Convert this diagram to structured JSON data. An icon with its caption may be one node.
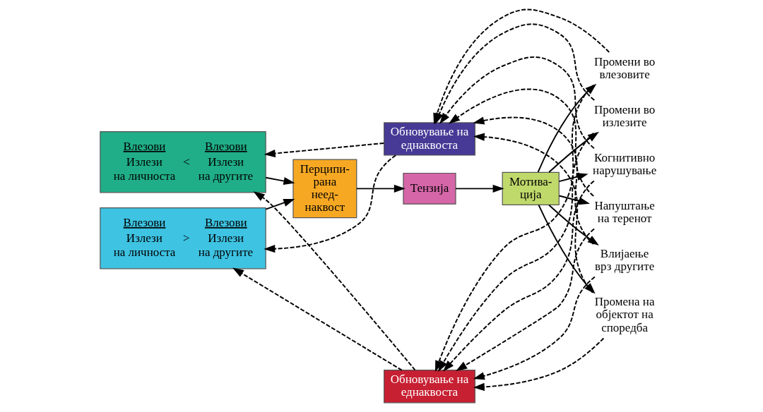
{
  "diagram": {
    "nodes": [
      {
        "text": [
          "Обновување на еднаквоста"
        ]
      },
      {
        "text": [
          "Влезови",
          "Излези",
          "на личноста",
          "<",
          "Влезови",
          "Излези",
          "на другите"
        ]
      },
      {
        "text": [
          "Влезови",
          "Излези",
          "на личноста",
          ">",
          "Влезови",
          "Излези",
          "на другите"
        ]
      },
      {
        "text": [
          "Перципи- рана неед- наквост"
        ]
      },
      {
        "text": [
          "Тензија"
        ]
      },
      {
        "text": [
          "Мотива- ција"
        ]
      },
      {
        "text": [
          "Промени во влезовите"
        ]
      },
      {
        "text": [
          "Промени во излезите"
        ]
      },
      {
        "text": [
          "Когнитивно нарушување"
        ]
      },
      {
        "text": [
          "Напуштање на теренот"
        ]
      },
      {
        "text": [
          "Влијаење врз другите"
        ]
      },
      {
        "text": [
          "Промена на објектот на споредба"
        ]
      },
      {
        "text": [
          "Обновување на еднаквоста"
        ]
      }
    ],
    "edges": [
      {
        "from": 1,
        "to": 3,
        "arrow": "to"
      },
      {
        "from": 2,
        "to": 3,
        "arrow": "to"
      },
      {
        "from": 3,
        "to": 4,
        "arrow": "to"
      },
      {
        "from": 4,
        "to": 5,
        "arrow": "to"
      },
      {
        "from": 5,
        "to": 6,
        "arrow": "to"
      },
      {
        "from": 5,
        "to": 7,
        "arrow": "to"
      },
      {
        "from": 5,
        "to": 8,
        "arrow": "to"
      },
      {
        "from": 5,
        "to": 9,
        "arrow": "to"
      },
      {
        "from": 5,
        "to": 10,
        "arrow": "to"
      },
      {
        "from": 5,
        "to": 11,
        "arrow": "to"
      },
      {
        "from": 6,
        "to": 0,
        "arrow": "to",
        "style": "dashed"
      },
      {
        "from": 7,
        "to": 0,
        "arrow": "to",
        "style": "dashed"
      },
      {
        "from": 8,
        "to": 0,
        "arrow": "to",
        "style": "dashed"
      },
      {
        "from": 9,
        "to": 0,
        "arrow": "to",
        "style": "dashed"
      },
      {
        "from": 10,
        "to": 0,
        "arrow": "to",
        "style": "dashed"
      },
      {
        "from": 11,
        "to": 0,
        "arrow": "to",
        "style": "dashed"
      },
      {
        "from": 6,
        "to": 12,
        "arrow": "to",
        "style": "dashed"
      },
      {
        "from": 7,
        "to": 12,
        "arrow": "to",
        "style": "dashed"
      },
      {
        "from": 8,
        "to": 12,
        "arrow": "to",
        "style": "dashed"
      },
      {
        "from": 9,
        "to": 12,
        "arrow": "to",
        "style": "dashed"
      },
      {
        "from": 10,
        "to": 12,
        "arrow": "to",
        "style": "dashed"
      },
      {
        "from": 11,
        "to": 12,
        "arrow": "to",
        "style": "dashed"
      },
      {
        "from": 0,
        "to": 1,
        "arrow": "to",
        "style": "dashed"
      },
      {
        "from": 0,
        "to": 2,
        "arrow": "to",
        "style": "dashed"
      },
      {
        "from": 12,
        "to": 1,
        "arrow": "to",
        "style": "dashed"
      },
      {
        "from": 12,
        "to": 2,
        "arrow": "to",
        "style": "dashed"
      }
    ]
  }
}
